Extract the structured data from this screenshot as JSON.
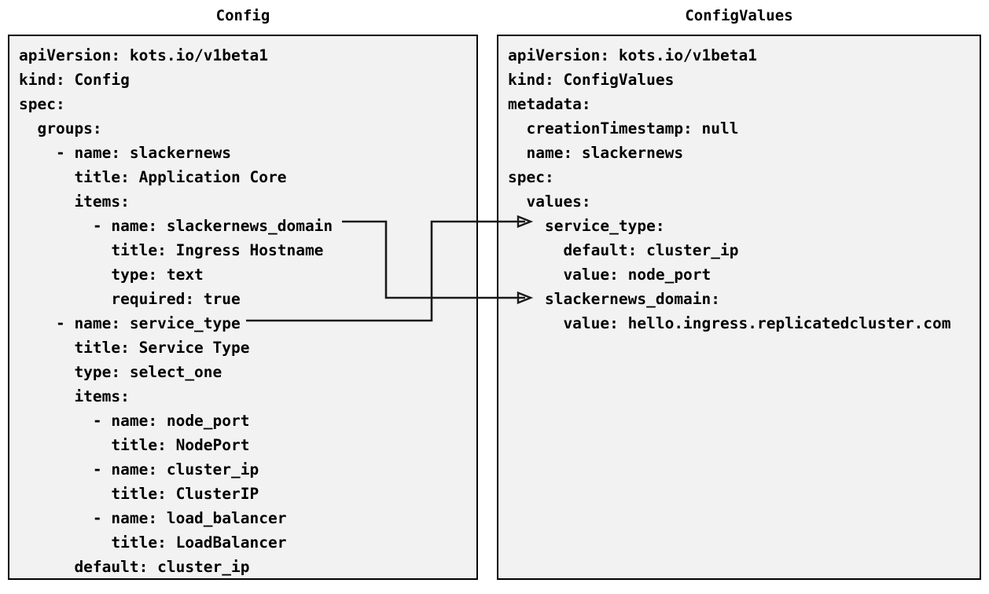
{
  "diagram": {
    "title_left": "Config",
    "title_right": "ConfigValues",
    "panel_bg": "#f2f2f2",
    "border_color": "#000000",
    "text_color": "#000000",
    "connector_color": "#1a1a1a"
  },
  "left_panel": {
    "name": "Config",
    "lines": [
      "apiVersion: kots.io/v1beta1",
      "kind: Config",
      "spec:",
      "  groups:",
      "    - name: slackernews",
      "      title: Application Core",
      "      items:",
      "        - name: slackernews_domain",
      "          title: Ingress Hostname",
      "          type: text",
      "          required: true",
      "    - name: service_type",
      "      title: Service Type",
      "      type: select_one",
      "      items:",
      "        - name: node_port",
      "          title: NodePort",
      "        - name: cluster_ip",
      "          title: ClusterIP",
      "        - name: load_balancer",
      "          title: LoadBalancer",
      "      default: cluster_ip"
    ],
    "text": "apiVersion: kots.io/v1beta1\nkind: Config\nspec:\n  groups:\n    - name: slackernews\n      title: Application Core\n      items:\n        - name: slackernews_domain\n          title: Ingress Hostname\n          type: text\n          required: true\n    - name: service_type\n      title: Service Type\n      type: select_one\n      items:\n        - name: node_port\n          title: NodePort\n        - name: cluster_ip\n          title: ClusterIP\n        - name: load_balancer\n          title: LoadBalancer\n      default: cluster_ip"
  },
  "right_panel": {
    "name": "ConfigValues",
    "lines": [
      "apiVersion: kots.io/v1beta1",
      "kind: ConfigValues",
      "metadata:",
      "  creationTimestamp: null",
      "  name: slackernews",
      "spec:",
      "  values:",
      "    service_type:",
      "      default: cluster_ip",
      "      value: node_port",
      "    slackernews_domain:",
      "      value: hello.ingress.replicatedcluster.com"
    ],
    "text": "apiVersion: kots.io/v1beta1\nkind: ConfigValues\nmetadata:\n  creationTimestamp: null\n  name: slackernews\nspec:\n  values:\n    service_type:\n      default: cluster_ip\n      value: node_port\n    slackernews_domain:\n      value: hello.ingress.replicatedcluster.com"
  },
  "connections": [
    {
      "id": "domain-link",
      "from_label": "slackernews_domain",
      "to_label": "slackernews_domain:",
      "from_side": "config.items.name",
      "to_side": "configvalues.values.key",
      "arrow": "open-triangle"
    },
    {
      "id": "service-type-link",
      "from_label": "service_type",
      "to_label": "service_type:",
      "from_side": "config.groups.name",
      "to_side": "configvalues.values.key",
      "arrow": "open-triangle"
    }
  ]
}
